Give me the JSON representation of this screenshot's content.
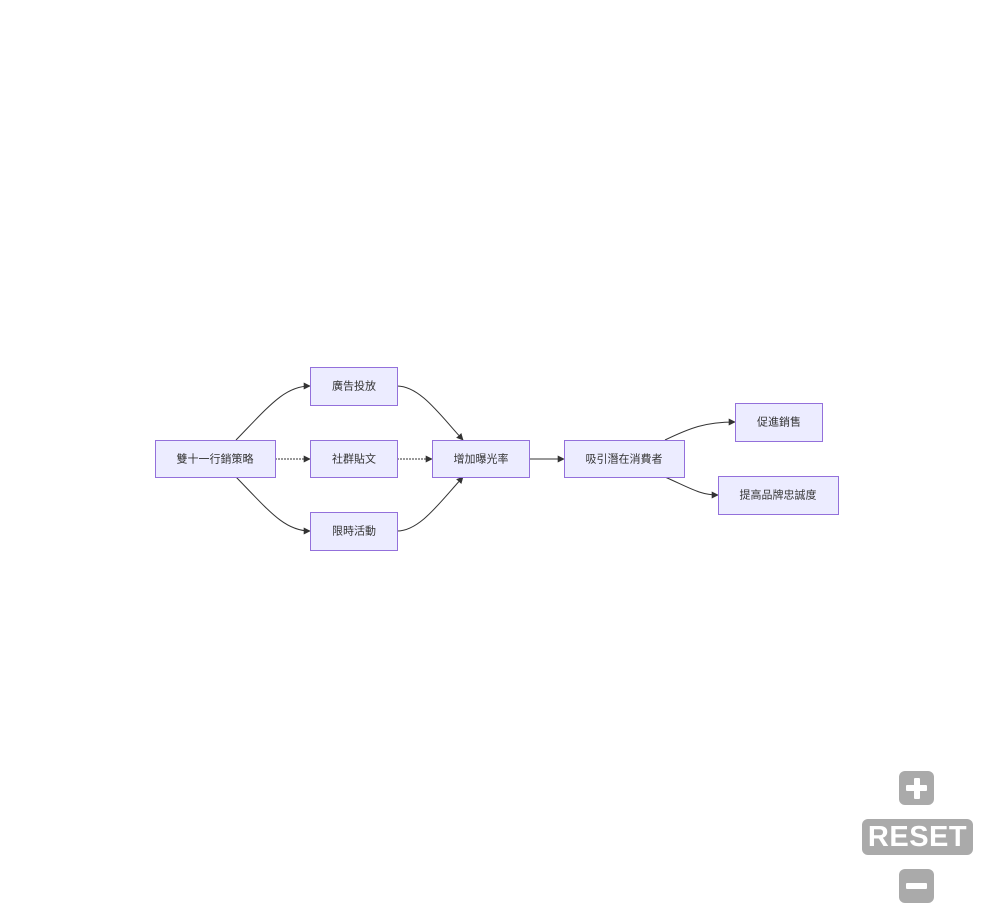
{
  "nodes": {
    "a": "雙十一行銷策略",
    "b": "廣告投放",
    "c": "社群貼文",
    "d": "限時活動",
    "e": "增加曝光率",
    "f": "吸引潛在消費者",
    "g": "促進銷售",
    "h": "提高品牌忠誠度"
  },
  "edges": [
    [
      "a",
      "b"
    ],
    [
      "a",
      "c"
    ],
    [
      "a",
      "d"
    ],
    [
      "b",
      "e"
    ],
    [
      "c",
      "e"
    ],
    [
      "d",
      "e"
    ],
    [
      "e",
      "f"
    ],
    [
      "f",
      "g"
    ],
    [
      "f",
      "h"
    ]
  ],
  "controls": {
    "zoom_in_icon": "plus-icon",
    "reset_label": "RESET",
    "zoom_out_icon": "minus-icon"
  },
  "colors": {
    "node_fill": "#ECECFF",
    "node_stroke": "#9370DB",
    "edge": "#333333",
    "control": "#AAAAAA"
  }
}
